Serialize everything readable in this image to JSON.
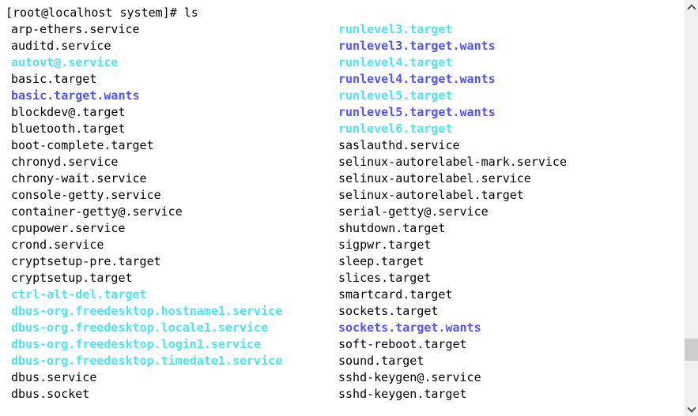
{
  "terminal": {
    "prompt": "[root@localhost system]#",
    "command": "ls"
  },
  "colors": {
    "background": "#ffffff",
    "text": "#000000",
    "symlink_cyan": "#4de4ec",
    "directory_blue": "#5252f5",
    "scrollbar_track": "#f0f0f0",
    "scrollbar_thumb": "#cdcdcd",
    "scrollbar_arrow": "#555555"
  },
  "listing": {
    "rows": [
      {
        "left": {
          "text": "arp-ethers.service",
          "type": "file"
        },
        "right": {
          "text": "runlevel3.target",
          "type": "symlink"
        }
      },
      {
        "left": {
          "text": "auditd.service",
          "type": "file"
        },
        "right": {
          "text": "runlevel3.target.wants",
          "type": "dir"
        }
      },
      {
        "left": {
          "text": "autovt@.service",
          "type": "symlink"
        },
        "right": {
          "text": "runlevel4.target",
          "type": "symlink"
        }
      },
      {
        "left": {
          "text": "basic.target",
          "type": "file"
        },
        "right": {
          "text": "runlevel4.target.wants",
          "type": "dir"
        }
      },
      {
        "left": {
          "text": "basic.target.wants",
          "type": "dir"
        },
        "right": {
          "text": "runlevel5.target",
          "type": "symlink"
        }
      },
      {
        "left": {
          "text": "blockdev@.target",
          "type": "file"
        },
        "right": {
          "text": "runlevel5.target.wants",
          "type": "dir"
        }
      },
      {
        "left": {
          "text": "bluetooth.target",
          "type": "file"
        },
        "right": {
          "text": "runlevel6.target",
          "type": "symlink"
        }
      },
      {
        "left": {
          "text": "boot-complete.target",
          "type": "file"
        },
        "right": {
          "text": "saslauthd.service",
          "type": "file"
        }
      },
      {
        "left": {
          "text": "chronyd.service",
          "type": "file"
        },
        "right": {
          "text": "selinux-autorelabel-mark.service",
          "type": "file"
        }
      },
      {
        "left": {
          "text": "chrony-wait.service",
          "type": "file"
        },
        "right": {
          "text": "selinux-autorelabel.service",
          "type": "file"
        }
      },
      {
        "left": {
          "text": "console-getty.service",
          "type": "file"
        },
        "right": {
          "text": "selinux-autorelabel.target",
          "type": "file"
        }
      },
      {
        "left": {
          "text": "container-getty@.service",
          "type": "file"
        },
        "right": {
          "text": "serial-getty@.service",
          "type": "file"
        }
      },
      {
        "left": {
          "text": "cpupower.service",
          "type": "file"
        },
        "right": {
          "text": "shutdown.target",
          "type": "file"
        }
      },
      {
        "left": {
          "text": "crond.service",
          "type": "file"
        },
        "right": {
          "text": "sigpwr.target",
          "type": "file"
        }
      },
      {
        "left": {
          "text": "cryptsetup-pre.target",
          "type": "file"
        },
        "right": {
          "text": "sleep.target",
          "type": "file"
        }
      },
      {
        "left": {
          "text": "cryptsetup.target",
          "type": "file"
        },
        "right": {
          "text": "slices.target",
          "type": "file"
        }
      },
      {
        "left": {
          "text": "ctrl-alt-del.target",
          "type": "symlink"
        },
        "right": {
          "text": "smartcard.target",
          "type": "file"
        }
      },
      {
        "left": {
          "text": "dbus-org.freedesktop.hostname1.service",
          "type": "symlink"
        },
        "right": {
          "text": "sockets.target",
          "type": "file"
        }
      },
      {
        "left": {
          "text": "dbus-org.freedesktop.locale1.service",
          "type": "symlink"
        },
        "right": {
          "text": "sockets.target.wants",
          "type": "dir"
        }
      },
      {
        "left": {
          "text": "dbus-org.freedesktop.login1.service",
          "type": "symlink"
        },
        "right": {
          "text": "soft-reboot.target",
          "type": "file"
        }
      },
      {
        "left": {
          "text": "dbus-org.freedesktop.timedate1.service",
          "type": "symlink"
        },
        "right": {
          "text": "sound.target",
          "type": "file"
        }
      },
      {
        "left": {
          "text": "dbus.service",
          "type": "file"
        },
        "right": {
          "text": "sshd-keygen@.service",
          "type": "file"
        }
      },
      {
        "left": {
          "text": "dbus.socket",
          "type": "file"
        },
        "right": {
          "text": "sshd-keygen.target",
          "type": "file"
        }
      }
    ]
  }
}
